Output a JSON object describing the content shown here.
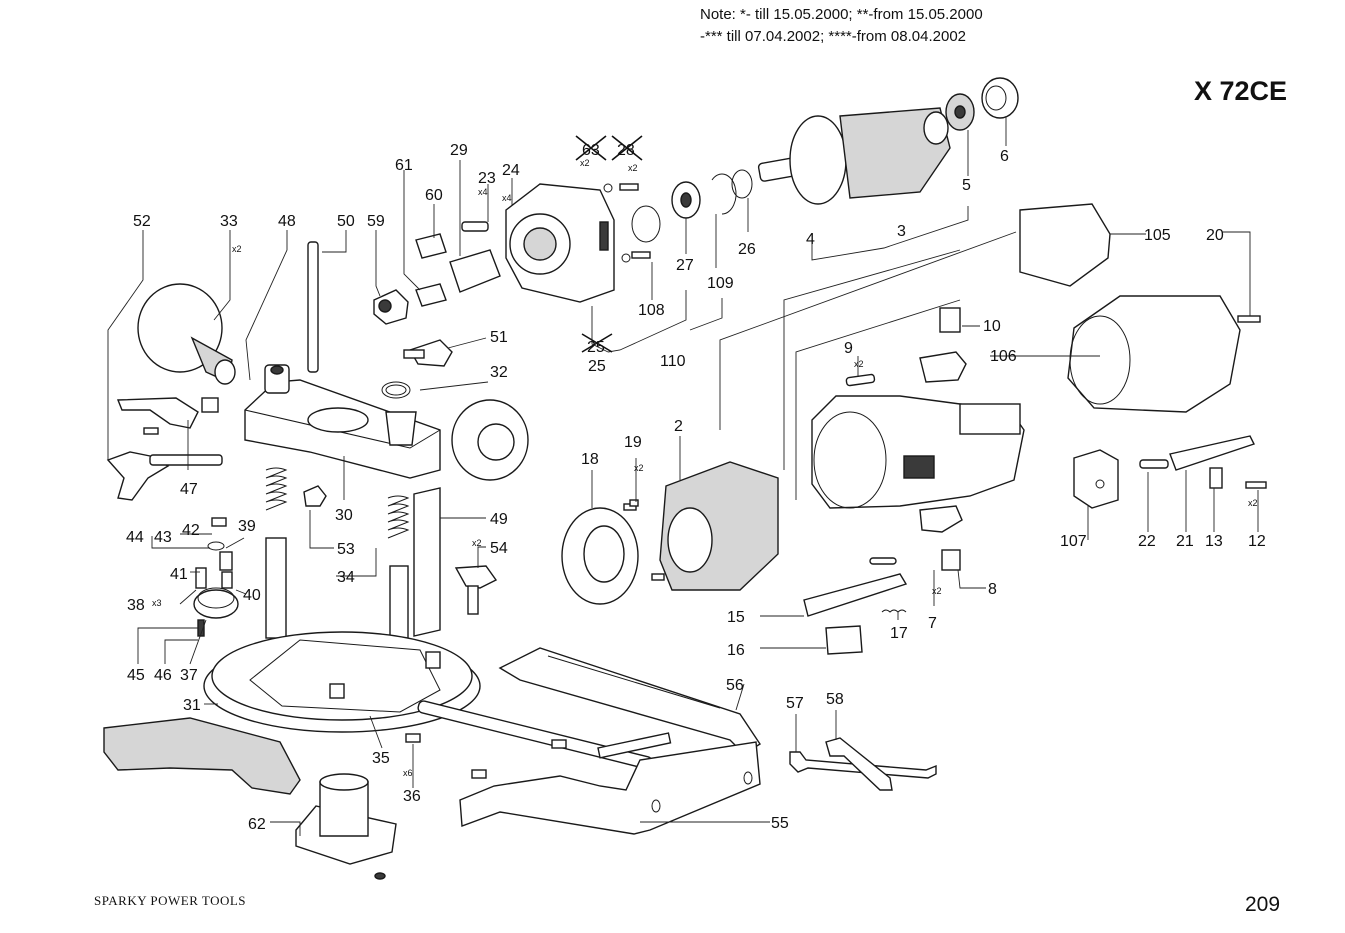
{
  "note": {
    "line1": "Note: *- till 15.05.2000; **-from 15.05.2000",
    "line2": "-*** till 07.04.2002; ****-from 08.04.2002"
  },
  "model": "X 72CE",
  "footer": {
    "brand": "SPARKY POWER TOOLS",
    "page": "209"
  },
  "labels": {
    "p2": "2",
    "p3": "3",
    "p4": "4",
    "p5": "5",
    "p6": "6",
    "p7": "7",
    "p8": "8",
    "p9": "9",
    "p10": "10",
    "p12": "12",
    "p13": "13",
    "p15": "15",
    "p16": "16",
    "p17": "17",
    "p18": "18",
    "p19": "19",
    "p20": "20",
    "p21": "21",
    "p22": "22",
    "p23": "23",
    "p24": "24",
    "p25": "25",
    "p26": "26",
    "p27": "27",
    "p29": "29",
    "p30": "30",
    "p31": "31",
    "p32": "32",
    "p33": "33",
    "p34": "34",
    "p35": "35",
    "p36": "36",
    "p37": "37",
    "p38": "38",
    "p39": "39",
    "p40": "40",
    "p41": "41",
    "p42": "42",
    "p43": "43",
    "p44": "44",
    "p45": "45",
    "p46": "46",
    "p47": "47",
    "p48": "48",
    "p49": "49",
    "p50": "50",
    "p51": "51",
    "p52": "52",
    "p53": "53",
    "p54": "54",
    "p55": "55",
    "p56": "56",
    "p57": "57",
    "p58": "58",
    "p59": "59",
    "p60": "60",
    "p61": "61",
    "p62": "62",
    "p105": "105",
    "p106": "106",
    "p107": "107",
    "p108": "108",
    "p109": "109",
    "p110": "110",
    "p63x": "63",
    "p28x": "28",
    "p25x": "25"
  },
  "qty": {
    "x2": "x2",
    "x3": "x3",
    "x4": "x4",
    "x6": "x6"
  }
}
